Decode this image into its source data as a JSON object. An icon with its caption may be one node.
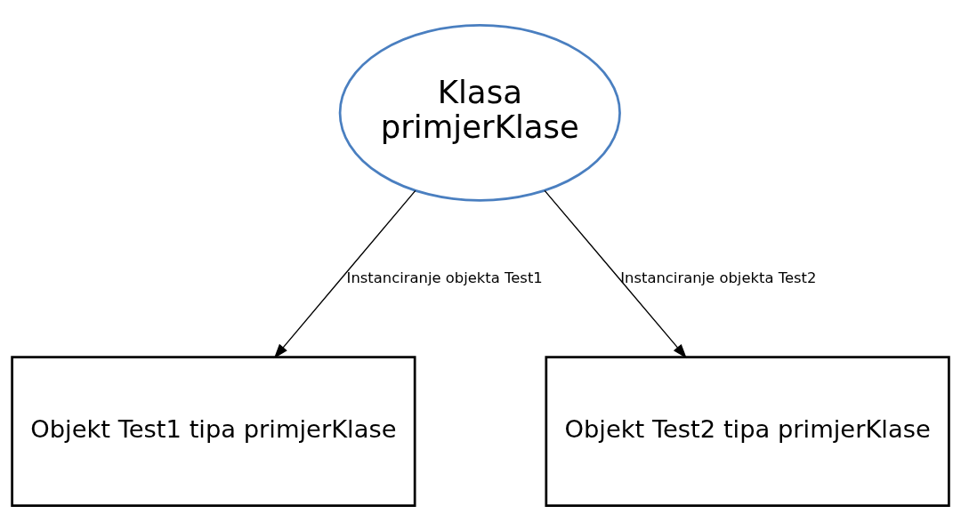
{
  "diagram": {
    "nodes": [
      {
        "text": [
          "Klasa primjerKlase"
        ]
      },
      {
        "text": [
          "Objekt Test1 tipa primjerKlase"
        ]
      },
      {
        "text": [
          "Objekt Test2 tipa primjerKlase"
        ]
      }
    ],
    "edges": [
      {
        "from": 0,
        "to": 1,
        "arrow": "to",
        "label": "Instanciranje objekta Test1"
      },
      {
        "from": 0,
        "to": 2,
        "arrow": "to",
        "label": "Instanciranje objekta Test2"
      }
    ]
  }
}
